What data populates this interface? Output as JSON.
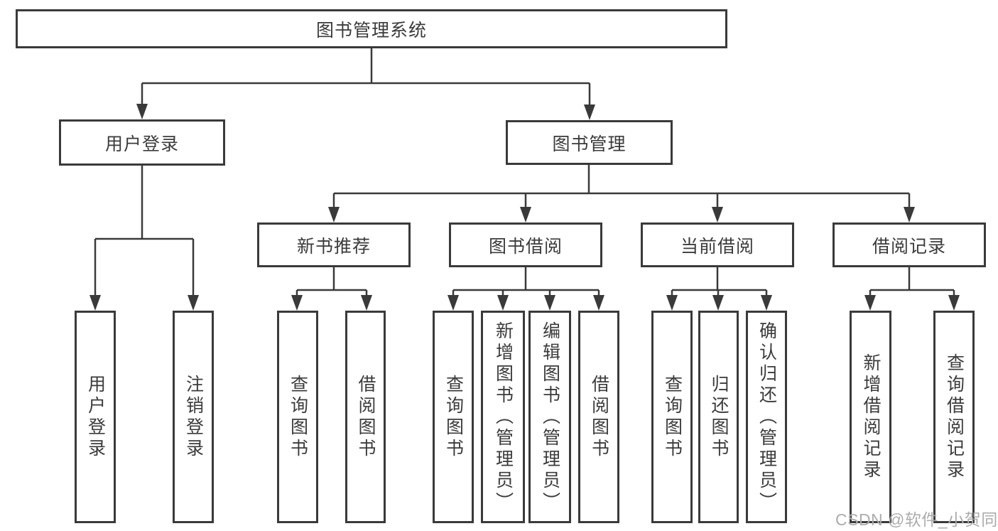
{
  "diagram_title": "图书管理系统",
  "tree": {
    "label": "图书管理系统",
    "children": [
      {
        "label": "用户登录",
        "children": [
          {
            "label": "用户登录"
          },
          {
            "label": "注销登录"
          }
        ]
      },
      {
        "label": "图书管理",
        "children": [
          {
            "label": "新书推荐",
            "children": [
              {
                "label": "查询图书"
              },
              {
                "label": "借阅图书"
              }
            ]
          },
          {
            "label": "图书借阅",
            "children": [
              {
                "label": "查询图书"
              },
              {
                "label": "新增图书（管理员）"
              },
              {
                "label": "编辑图书（管理员）"
              },
              {
                "label": "借阅图书"
              }
            ]
          },
          {
            "label": "当前借阅",
            "children": [
              {
                "label": "查询图书"
              },
              {
                "label": "归还图书"
              },
              {
                "label": "确认归还（管理员）"
              }
            ]
          },
          {
            "label": "借阅记录",
            "children": [
              {
                "label": "新增借阅记录"
              },
              {
                "label": "查询借阅记录"
              }
            ]
          }
        ]
      }
    ]
  },
  "watermark": {
    "text": "CSDN @软件_小贺同学"
  },
  "colors": {
    "line": "#3a3a3a",
    "text": "#3b3b3b",
    "background": "#ffffff",
    "watermark_text": "#acacac"
  }
}
